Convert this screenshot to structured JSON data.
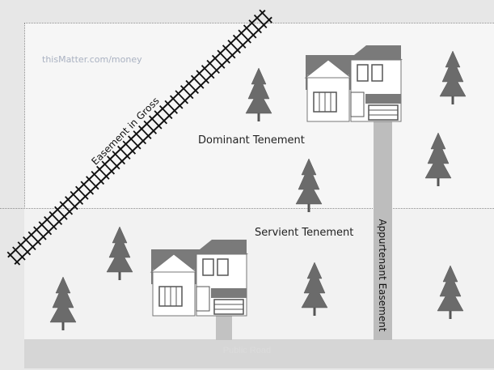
{
  "watermark": "thisMatter.com/money",
  "labels": {
    "easement_in_gross": "Easement in Gross",
    "dominant_tenement": "Dominant Tenement",
    "servient_tenement": "Servient Tenement",
    "appurtenant_easement": "Appurtenant Easement",
    "road": "Public Road"
  },
  "colors": {
    "background": "#f6f6f6",
    "house_wall": "#ffffff",
    "roof": "#7a7a7a",
    "tree": "#6b6b6b",
    "easement_path": "#bdbdbd",
    "railroad": "#111111",
    "road": "#d6d6d6"
  },
  "icons": [
    "house-icon",
    "tree-icon",
    "railroad-track-icon"
  ]
}
